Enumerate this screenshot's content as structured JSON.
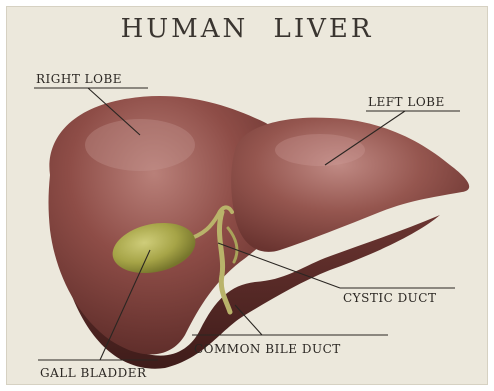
{
  "diagram": {
    "title": "HUMAN  LIVER",
    "labels": {
      "right_lobe": "RIGHT LOBE",
      "left_lobe": "LEFT LOBE",
      "cystic_duct": "CYSTIC DUCT",
      "common_bile_duct": "COMMON BILE DUCT",
      "gall_bladder": "GALL BLADDER"
    },
    "colors": {
      "background": "#ece8dc",
      "liver": "#8a4a44",
      "liver_highlight": "#b27770",
      "liver_shadow": "#5a2a27",
      "gall_bladder": "#a9a74a",
      "duct": "#b9b36a",
      "leader_line": "#2a2622"
    }
  }
}
